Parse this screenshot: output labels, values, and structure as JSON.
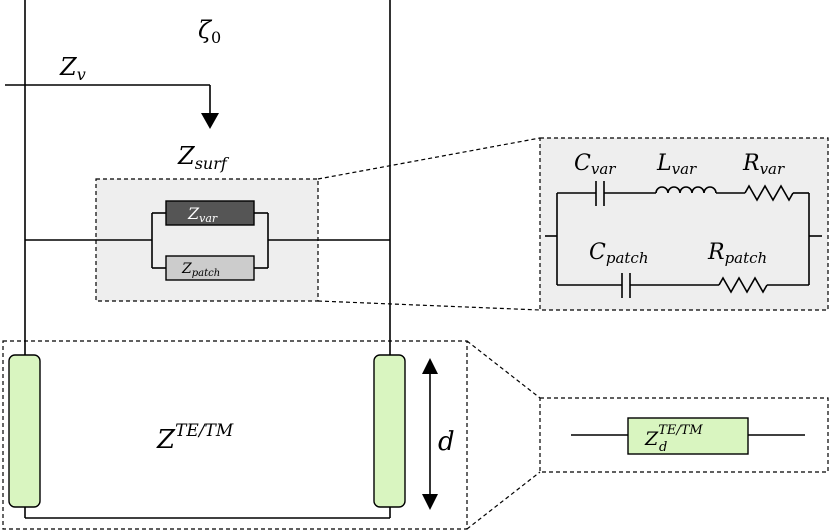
{
  "labels": {
    "zeta": {
      "base": "ζ",
      "sub": "0"
    },
    "zv": {
      "base": "Z",
      "sub": "v"
    },
    "zsurf": {
      "base": "Z",
      "sub": "surf"
    },
    "zte": {
      "base": "Z",
      "sup": "TE/TM"
    },
    "d": "d"
  },
  "surface_boxes": {
    "zvar": {
      "base": "Z",
      "sub": "var"
    },
    "zpatch": {
      "base": "Z",
      "sub": "patch"
    }
  },
  "circuit": {
    "cvar": {
      "base": "C",
      "sub": "var"
    },
    "lvar": {
      "base": "L",
      "sub": "var"
    },
    "rvar": {
      "base": "R",
      "sub": "var"
    },
    "cpatch": {
      "base": "C",
      "sub": "patch"
    },
    "rpatch": {
      "base": "R",
      "sub": "patch"
    }
  },
  "zd_box": {
    "base": "Z",
    "sub": "d",
    "sup": "TE/TM"
  },
  "colors": {
    "panel_fill": "#eeeeee",
    "zvar_fill": "#555555",
    "zpatch_fill": "#cccccc",
    "green_fill": "#d9f5c0"
  }
}
